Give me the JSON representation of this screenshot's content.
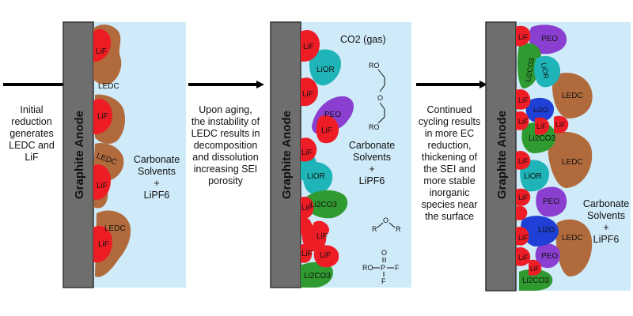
{
  "colors": {
    "electrolyte": "#cfeaf8",
    "anode": "#6e6e6e",
    "lif": "#ee1c24",
    "ledc": "#b06a3c",
    "lior": "#1fb5b8",
    "peo": "#8b3fd0",
    "li2co3": "#2f9a2f",
    "li2o": "#1f3fd6"
  },
  "anode_label": "Graphite Anode",
  "steps": [
    {
      "text": "Initial\nreduction\ngenerates\nLEDC and\nLiF"
    },
    {
      "text": "Upon aging,\nthe instability of\nLEDC results in\ndecomposition\nand dissolution\nincreasing SEI\nporosity"
    },
    {
      "text": "Continued\ncycling results\nin more EC\nreduction,\nthickening of\nthe SEI and\nmore stable\ninorganic\nspecies near\nthe surface"
    }
  ],
  "panel1": {
    "solvent": [
      "Carbonate",
      "Solvents",
      "+",
      "LiPF6"
    ],
    "labels": {
      "lif": "LiF",
      "ledc": "LEDC"
    }
  },
  "panel2": {
    "gas": "CO2 (gas)",
    "solvent": [
      "Carbonate",
      "Solvents",
      "+",
      "LiPF6"
    ],
    "labels": {
      "lif": "LiF",
      "lior": "LiOR",
      "peo": "PEO",
      "li2co3": "Li2CO3"
    },
    "molecules": {
      "glycol_top": "RO",
      "glycol_mid": "O",
      "glycol_bottom": "RO",
      "ether_r": "R",
      "ether_o": "O",
      "phosphate_o": "O",
      "phosphate_left": "RO",
      "phosphate_p": "P",
      "phosphate_f1": "F",
      "phosphate_f2": "F"
    }
  },
  "panel3": {
    "solvent": [
      "Carbonate",
      "Solvents",
      "+",
      "LiPF6"
    ],
    "labels": {
      "lif": "LiF",
      "lior": "LiOR",
      "peo": "PEO",
      "li2co3": "Li2CO3",
      "li2o": "Li2O",
      "ledc": "LEDC"
    }
  }
}
